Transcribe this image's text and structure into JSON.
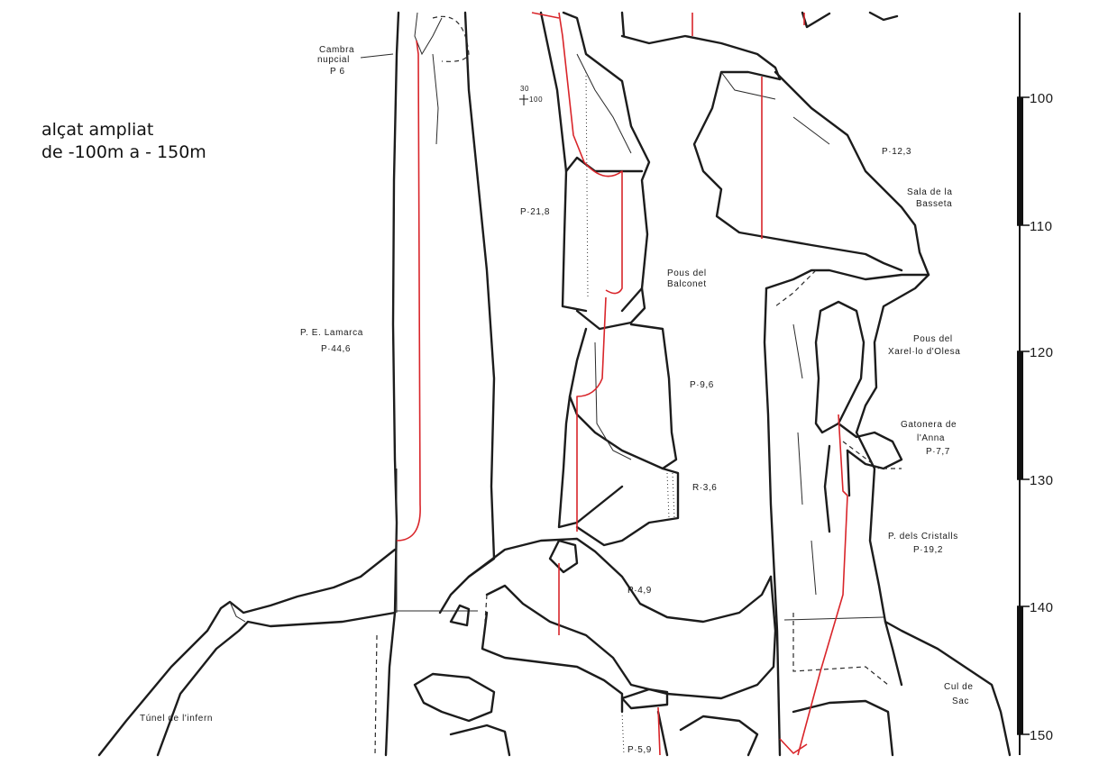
{
  "title": {
    "line1": "alçat ampliat",
    "line2": "de -100m a - 150m"
  },
  "labels": {
    "cambra_1": "Cambra",
    "cambra_2": "nupcial",
    "cambra_3": "P 6",
    "station_1": "30",
    "station_2": "100",
    "p123": "P·12,3",
    "sala_1": "Sala de la",
    "sala_2": "Basseta",
    "p218": "P·21,8",
    "balconet_1": "Pous del",
    "balconet_2": "Balconet",
    "lamarca_1": "P. E. Lamarca",
    "lamarca_2": "P·44,6",
    "xarello_1": "Pous del",
    "xarello_2": "Xarel·lo d'Olesa",
    "p96": "P·9,6",
    "gatonera_1": "Gatonera de",
    "gatonera_2": "l'Anna",
    "gatonera_3": "P·7,7",
    "r36": "R·3,6",
    "cristalls_1": "P. dels Cristalls",
    "cristalls_2": "P·19,2",
    "p49": "P·4,9",
    "cul_1": "Cul de",
    "cul_2": "Sac",
    "tunel": "Túnel de l'infern",
    "p59": "P·5,9"
  },
  "scale": {
    "unit": "m",
    "ticks": [
      "100",
      "110",
      "120",
      "130",
      "140",
      "150"
    ]
  },
  "colors": {
    "walls": "#1c1c1c",
    "rope": "#d9252a",
    "background": "#ffffff"
  }
}
